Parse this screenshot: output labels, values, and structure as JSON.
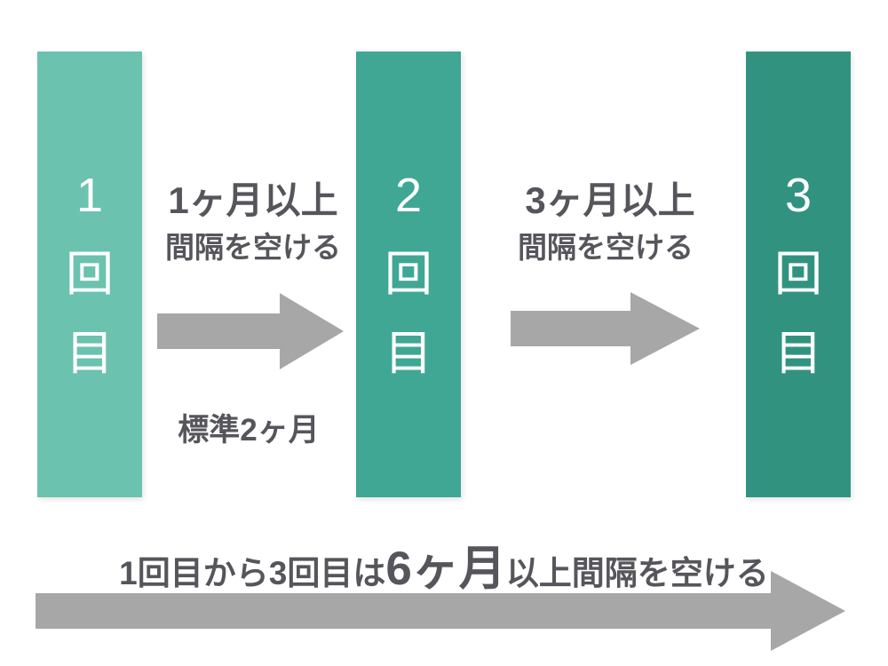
{
  "colors": {
    "background": "#FFFFFF",
    "bar1": "#6BC2AF",
    "bar2": "#3FA794",
    "bar3": "#31937F",
    "bar_text": "#FFFFFF",
    "arrow": "#A7A7A7",
    "text": "#55555B"
  },
  "doses": [
    {
      "label": "1\n回\n目"
    },
    {
      "label": "2\n回\n目"
    },
    {
      "label": "3\n回\n目"
    }
  ],
  "intervals": [
    {
      "title": "1ヶ月以上",
      "subtitle": "間隔を空ける",
      "note": "標準2ヶ月",
      "arrow_icon": "right-arrow"
    },
    {
      "title": "3ヶ月以上",
      "subtitle": "間隔を空ける",
      "arrow_icon": "right-arrow"
    }
  ],
  "overall": {
    "prefix": "1回目から3回目は",
    "emphasis": "6ヶ月",
    "suffix": "以上間隔を空ける",
    "arrow_icon": "right-arrow"
  }
}
